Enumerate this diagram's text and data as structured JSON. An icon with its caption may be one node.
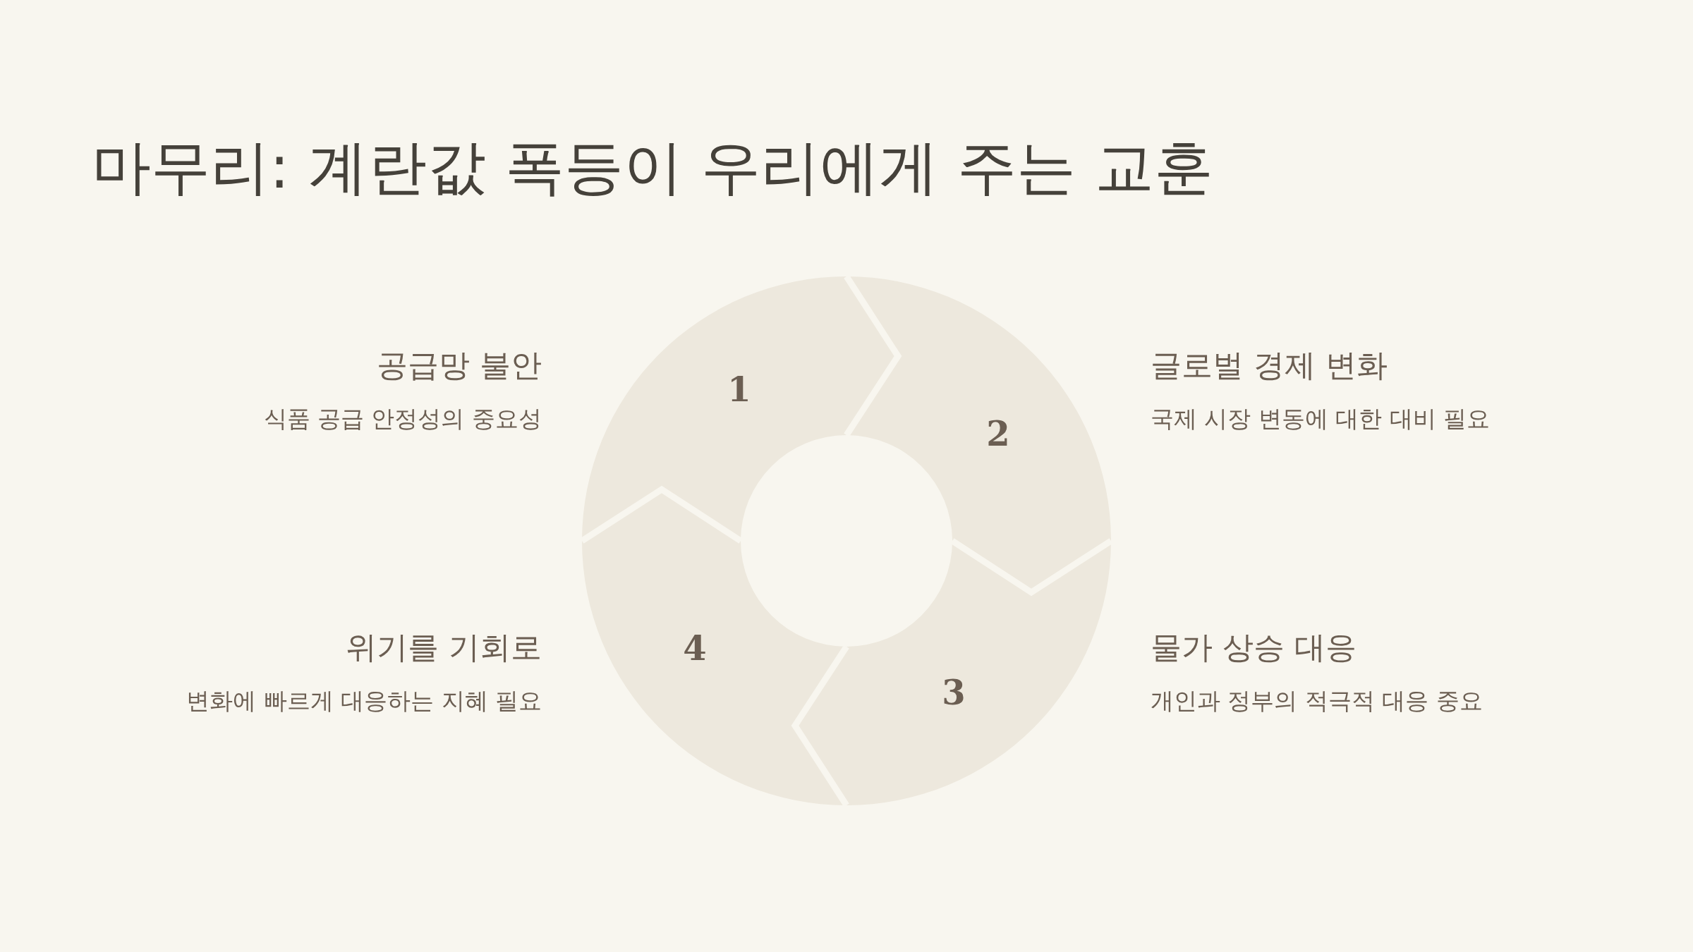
{
  "diagram": {
    "title": "마무리: 계란값 폭등이 우리에게 주는 교훈",
    "nodes": [
      {
        "text": [
          "1"
        ],
        "beside": [
          "공급망 불안",
          "식품 공급 안정성의 중요성"
        ]
      },
      {
        "text": [
          "2"
        ],
        "beside": [
          "글로벌 경제 변화",
          "국제 시장 변동에 대한 대비 필요"
        ]
      },
      {
        "text": [
          "3"
        ],
        "beside": [
          "물가 상승 대응",
          "개인과 정부의 적극적 대응 중요"
        ]
      },
      {
        "text": [
          "4"
        ],
        "beside": [
          "위기를 기회로",
          "변화에 빠르게 대응하는 지혜 필요"
        ]
      }
    ]
  }
}
